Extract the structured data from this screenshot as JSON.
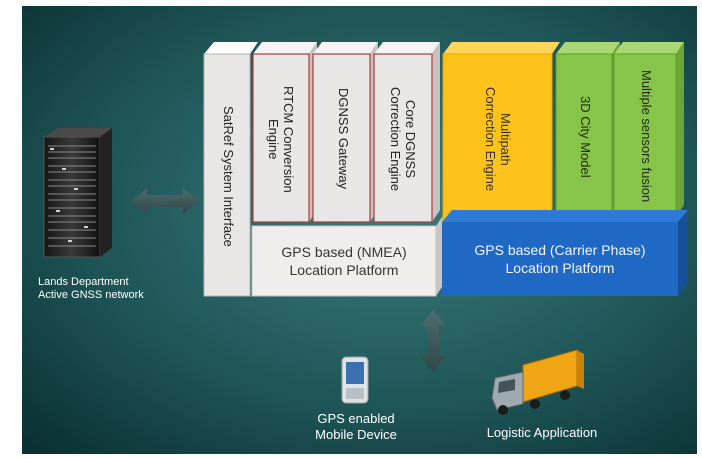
{
  "diagram": {
    "modules": {
      "satref": "SatRef System Interface",
      "rtcm": "RTCM Conversion\nEngine",
      "dgnss": "DGNSS Gateway",
      "core": "Core DGNSS\nCorrection Engine",
      "multipath": "Multipath\nCorrection Engine",
      "city": "3D City Model",
      "sensors": "Multiple sensors fusion"
    },
    "platforms": {
      "nmea": "GPS based (NMEA)\nLocation Platform",
      "carrier": "GPS based (Carrier Phase)\nLocation Platform"
    },
    "nodes": {
      "network": "Lands Department\nActive GNSS network",
      "mobile": "GPS enabled\nMobile Device",
      "logistic": "Logistic Application"
    },
    "colors": {
      "background_dark": "#0e3a3c",
      "background_light": "#2f6f70",
      "gray_block": "#e9e7e6",
      "gray_side": "#c5c3c2",
      "red_edge": "#b43737",
      "orange_block": "#ffc21a",
      "green_block": "#86c44a",
      "blue_block": "#1f69c4",
      "arrow": "#3c5658"
    }
  }
}
